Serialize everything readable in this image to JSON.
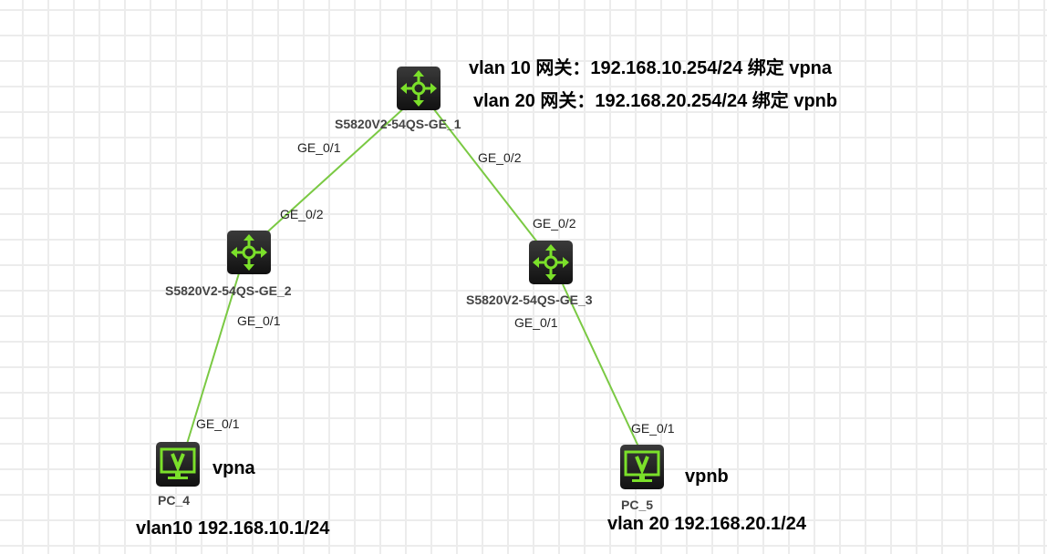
{
  "notes": {
    "line1": "vlan 10 网关：192.168.10.254/24  绑定 vpna",
    "line2": "vlan 20 网关：192.168.20.254/24  绑定 vpnb"
  },
  "nodes": {
    "sw1": {
      "name": "S5820V2-54QS-GE_1",
      "icon": "switch-icon"
    },
    "sw2": {
      "name": "S5820V2-54QS-GE_2",
      "icon": "switch-icon"
    },
    "sw3": {
      "name": "S5820V2-54QS-GE_3",
      "icon": "switch-icon"
    },
    "pc4": {
      "name": "PC_4",
      "vpn": "vpna",
      "ip": "vlan10 192.168.10.1/24",
      "icon": "pc-icon"
    },
    "pc5": {
      "name": "PC_5",
      "vpn": "vpnb",
      "ip": "vlan 20 192.168.20.1/24",
      "icon": "pc-icon"
    }
  },
  "ports": {
    "sw1_a": "GE_0/1",
    "sw1_b": "GE_0/2",
    "sw2_up": "GE_0/2",
    "sw2_down": "GE_0/1",
    "sw3_up": "GE_0/2",
    "sw3_down": "GE_0/1",
    "pc4": "GE_0/1",
    "pc5": "GE_0/1"
  },
  "colors": {
    "link": "#7ac943",
    "icon_accent": "#7be02a"
  }
}
